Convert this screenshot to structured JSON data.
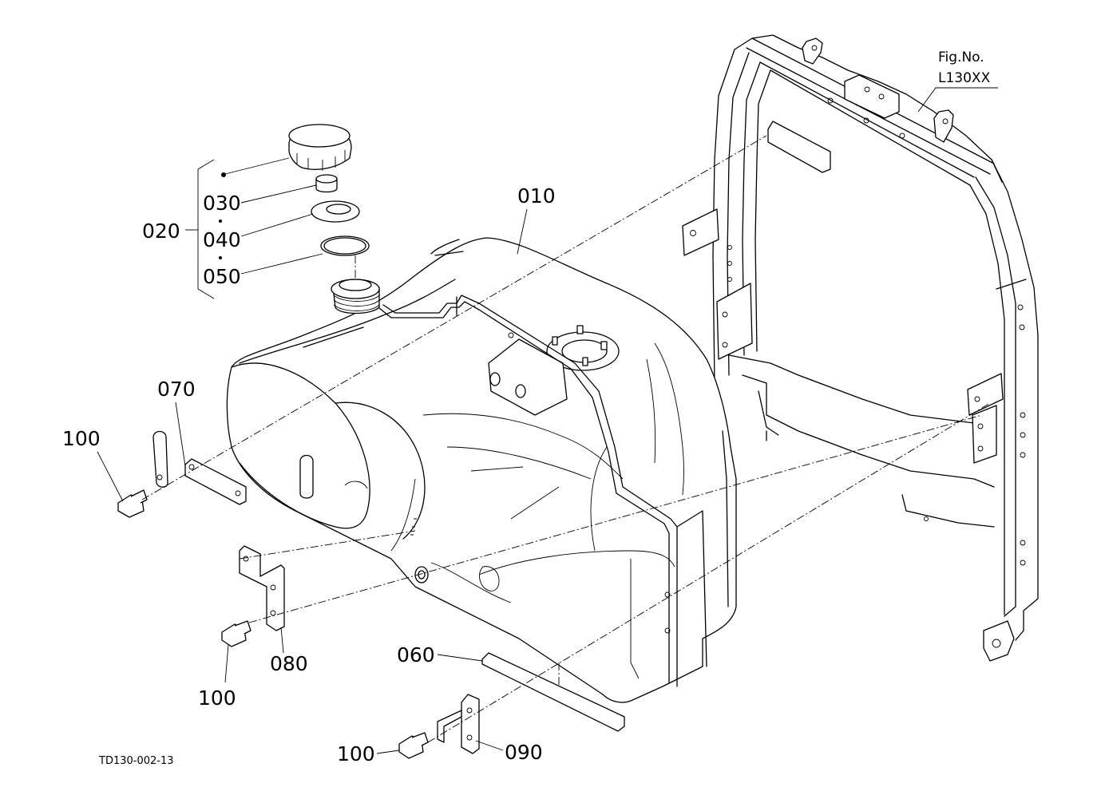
{
  "figure": {
    "fig_no_line1": "Fig.No.",
    "fig_no_line2": "L130XX",
    "drawing_id": "TD130-002-13"
  },
  "parts": {
    "p010": "010",
    "p020": "020",
    "p030": "030",
    "p040": "040",
    "p050": "050",
    "p060": "060",
    "p070": "070",
    "p080": "080",
    "p090": "090",
    "p100": "100"
  }
}
